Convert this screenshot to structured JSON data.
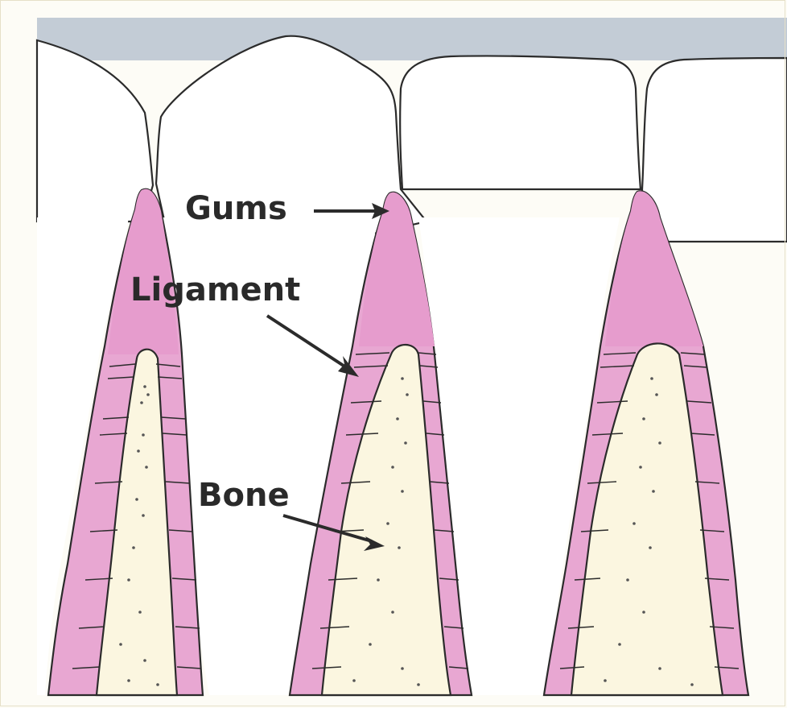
{
  "labels": {
    "gums": "Gums",
    "ligament": "Ligament",
    "bone": "Bone"
  },
  "colors": {
    "background": "#fdfcf6",
    "enamel_blue": "#c3ccd6",
    "tooth_white": "#ffffff",
    "gum_pink": "#e69ccd",
    "ligament_pink": "#e8a7d2",
    "bone_cream": "#fbf6e0",
    "outline": "#2b2b2b"
  }
}
